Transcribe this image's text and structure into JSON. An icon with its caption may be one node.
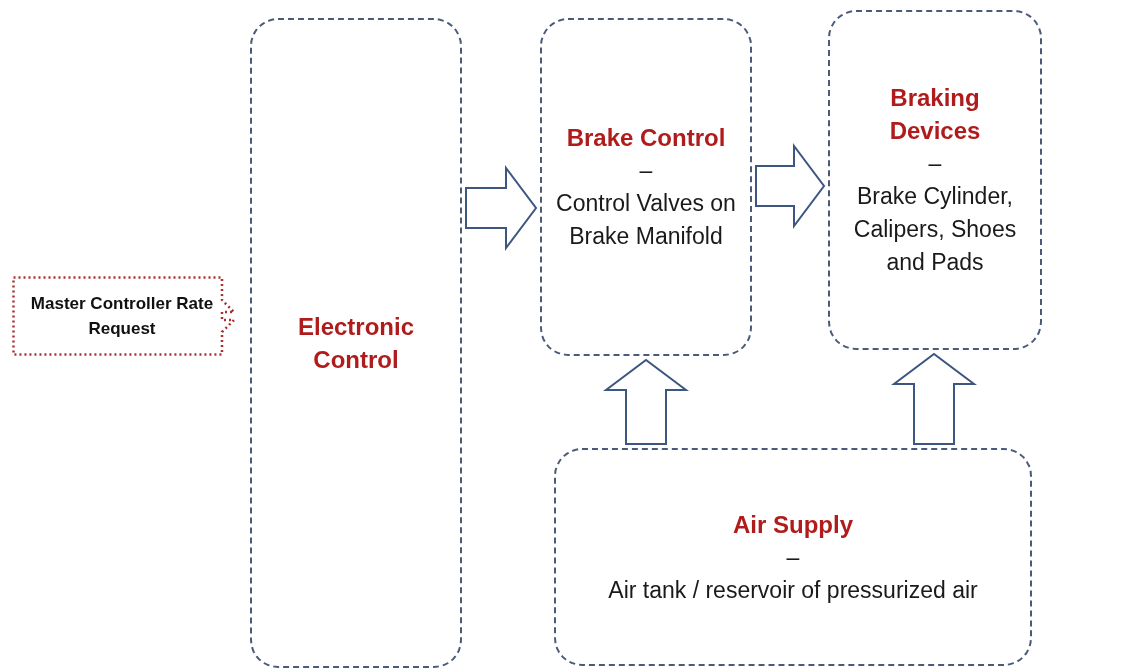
{
  "diagram": {
    "nodes": [
      {
        "text": [
          "Master Controller Rate Request"
        ]
      },
      {
        "text": [
          "Electronic Control"
        ]
      },
      {
        "text": [
          "Brake Control",
          "–",
          "Control Valves on Brake Manifold"
        ]
      },
      {
        "text": [
          "Braking Devices",
          "–",
          "Brake Cylinder, Calipers, Shoes and Pads"
        ]
      },
      {
        "text": [
          "Air Supply",
          "–",
          "Air tank / reservoir of pressurized air"
        ]
      }
    ],
    "edges": [
      {
        "from": 1,
        "to": 2,
        "arrow": "to"
      },
      {
        "from": 2,
        "to": 3,
        "arrow": "to"
      },
      {
        "from": 4,
        "to": 2,
        "arrow": "to"
      },
      {
        "from": 4,
        "to": 3,
        "arrow": "to"
      }
    ]
  }
}
